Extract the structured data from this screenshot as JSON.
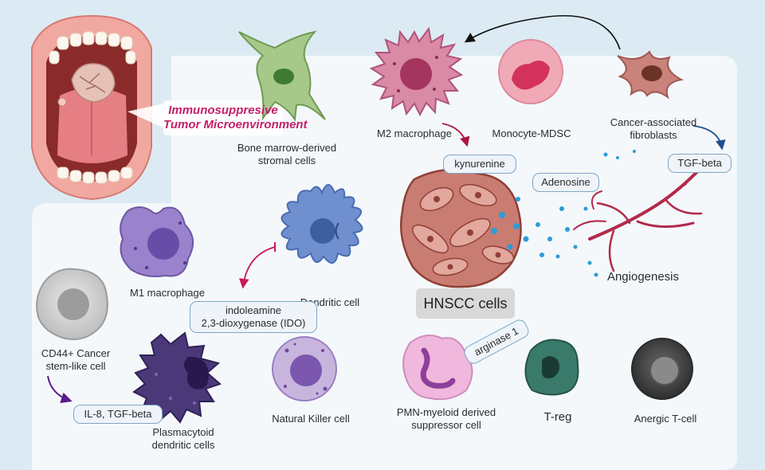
{
  "title": "Immunosuppresive Tumor Microenvironment",
  "title_lines": [
    "Immunosuppresive",
    "Tumor Microenvironment"
  ],
  "cells": {
    "bm_stromal": [
      "Bone marrow-derived",
      "stromal cells"
    ],
    "m2": "M2 macrophage",
    "mdsc": "Monocyte-MDSC",
    "caf": [
      "Cancer-associated",
      "fibroblasts"
    ],
    "m1": "M1 macrophage",
    "dendritic": "Dendritic cell",
    "cd44": [
      "CD44+ Cancer",
      "stem-like cell"
    ],
    "pdc": [
      "Plasmacytoid",
      "dendritic cells"
    ],
    "nk": "Natural Killer cell",
    "hnscc": "HNSCC cells",
    "angio": "Angiogenesis",
    "pmn": [
      "PMN-myeloid derived",
      "suppressor cell"
    ],
    "treg": "T-reg",
    "anergic": "Anergic T-cell"
  },
  "factors": {
    "kynurenine": "kynurenine",
    "adenosine": "Adenosine",
    "tgf": "TGF-beta",
    "ido": [
      "indoleamine",
      "2,3-dioxygenase (IDO)"
    ],
    "il8": "IL-8, TGF-beta",
    "arginase": "arginase 1"
  },
  "colors": {
    "background": "#dcebf3",
    "panel": "#f4f8fb",
    "title": "#c4206a",
    "pill_border": "#7fa7c6",
    "arrow_red": "#b0143c",
    "arrow_blue": "#1f4f8f",
    "arrow_purple": "#5a1a8a",
    "arrow_pink": "#c8185a"
  },
  "icons": [
    "open-mouth-tumor-icon",
    "stromal-cell-icon",
    "m2-macrophage-icon",
    "monocyte-mdsc-icon",
    "fibroblast-icon",
    "m1-macrophage-icon",
    "dendritic-cell-icon",
    "stem-cell-icon",
    "plasmacytoid-cell-icon",
    "nk-cell-icon",
    "tumor-mass-icon",
    "blood-vessel-icon",
    "pmn-mdsc-icon",
    "treg-icon",
    "anergic-tcell-icon"
  ]
}
